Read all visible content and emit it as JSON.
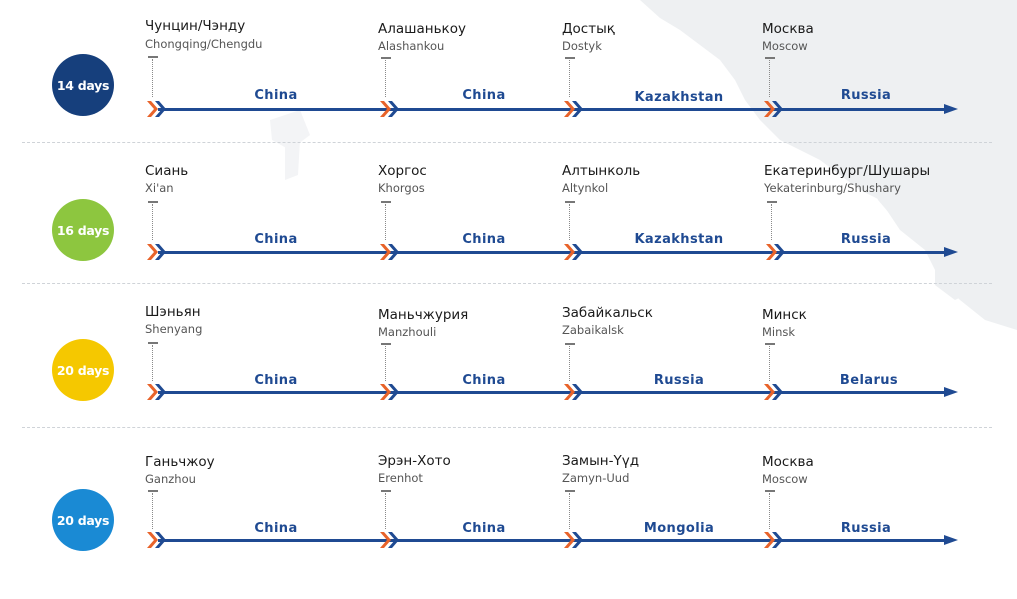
{
  "routes": [
    {
      "duration": "14 days",
      "badge_color": "#163f7c",
      "stops": [
        {
          "ru": "Чунцин/Чэнду",
          "en": "Chongqing/Chengdu"
        },
        {
          "ru": "Алашанькоу",
          "en": "Alashankou"
        },
        {
          "ru": "Достық",
          "en": "Dostyk"
        },
        {
          "ru": "Москва",
          "en": "Moscow"
        }
      ],
      "segments": [
        "China",
        "China",
        "Kazakhstan",
        "Russia"
      ]
    },
    {
      "duration": "16 days",
      "badge_color": "#8dc63f",
      "stops": [
        {
          "ru": "Сиань",
          "en": "Xi'an"
        },
        {
          "ru": "Хоргос",
          "en": "Khorgos"
        },
        {
          "ru": "Алтынколь",
          "en": "Altynkol"
        },
        {
          "ru": "Екатеринбург/Шушары",
          "en": "Yekaterinburg/Shushary"
        }
      ],
      "segments": [
        "China",
        "China",
        "Kazakhstan",
        "Russia"
      ]
    },
    {
      "duration": "20 days",
      "badge_color": "#f5c800",
      "stops": [
        {
          "ru": "Шэньян",
          "en": "Shenyang"
        },
        {
          "ru": "Маньчжурия",
          "en": "Manzhouli"
        },
        {
          "ru": "Забайкальск",
          "en": "Zabaikalsk"
        },
        {
          "ru": "Минск",
          "en": "Minsk"
        }
      ],
      "segments": [
        "China",
        "China",
        "Russia",
        "Belarus"
      ]
    },
    {
      "duration": "20 days",
      "badge_color": "#1a8ad4",
      "stops": [
        {
          "ru": "Ганьчжоу",
          "en": "Ganzhou"
        },
        {
          "ru": "Эрэн-Хото",
          "en": "Erenhot"
        },
        {
          "ru": "Замын-Үүд",
          "en": "Zamyn-Uud"
        },
        {
          "ru": "Москва",
          "en": "Moscow"
        }
      ],
      "segments": [
        "China",
        "China",
        "Mongolia",
        "Russia"
      ]
    }
  ],
  "colors": {
    "track": "#1f4a92",
    "chevron_orange": "#e8632a",
    "chevron_blue": "#1f4a92",
    "segment_label": "#1f4a92",
    "map_shape": "#eef0f2"
  }
}
